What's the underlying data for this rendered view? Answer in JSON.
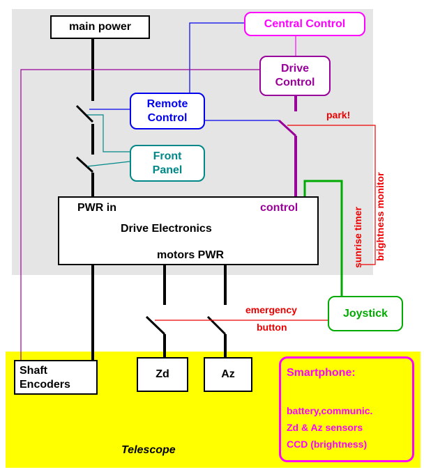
{
  "blocks": {
    "main_power": "main power",
    "central_control": "Central Control",
    "drive_control": [
      "Drive",
      "Control"
    ],
    "remote_control": [
      "Remote",
      "Control"
    ],
    "front_panel": [
      "Front",
      "Panel"
    ],
    "drive_electronics": {
      "pwr_in": "PWR in",
      "control": "control",
      "title": "Drive Electronics",
      "motors_pwr": "motors PWR"
    },
    "joystick": "Joystick",
    "shaft_encoders": [
      "Shaft",
      "Encoders"
    ],
    "zd": "Zd",
    "az": "Az",
    "smartphone": {
      "title": "Smartphone:",
      "lines": [
        "battery,communic.",
        "Zd & Az sensors",
        "CCD (brightness)"
      ]
    }
  },
  "labels": {
    "park": "park!",
    "sunrise_timer": "sunrise timer",
    "brightness_monitor": "brightness monitor",
    "emergency": "emergency",
    "button": "button",
    "telescope": "Telescope"
  },
  "colors": {
    "gray_region": "#e5e5e5",
    "yellow_region": "#ffff00",
    "central_control": "#ff00ff",
    "drive_control": "#990099",
    "remote_control": "#0000ee",
    "front_panel": "#008888",
    "joystick": "#00aa00",
    "red_lines": "#ee0000",
    "smartphone": "#ff00ff"
  }
}
